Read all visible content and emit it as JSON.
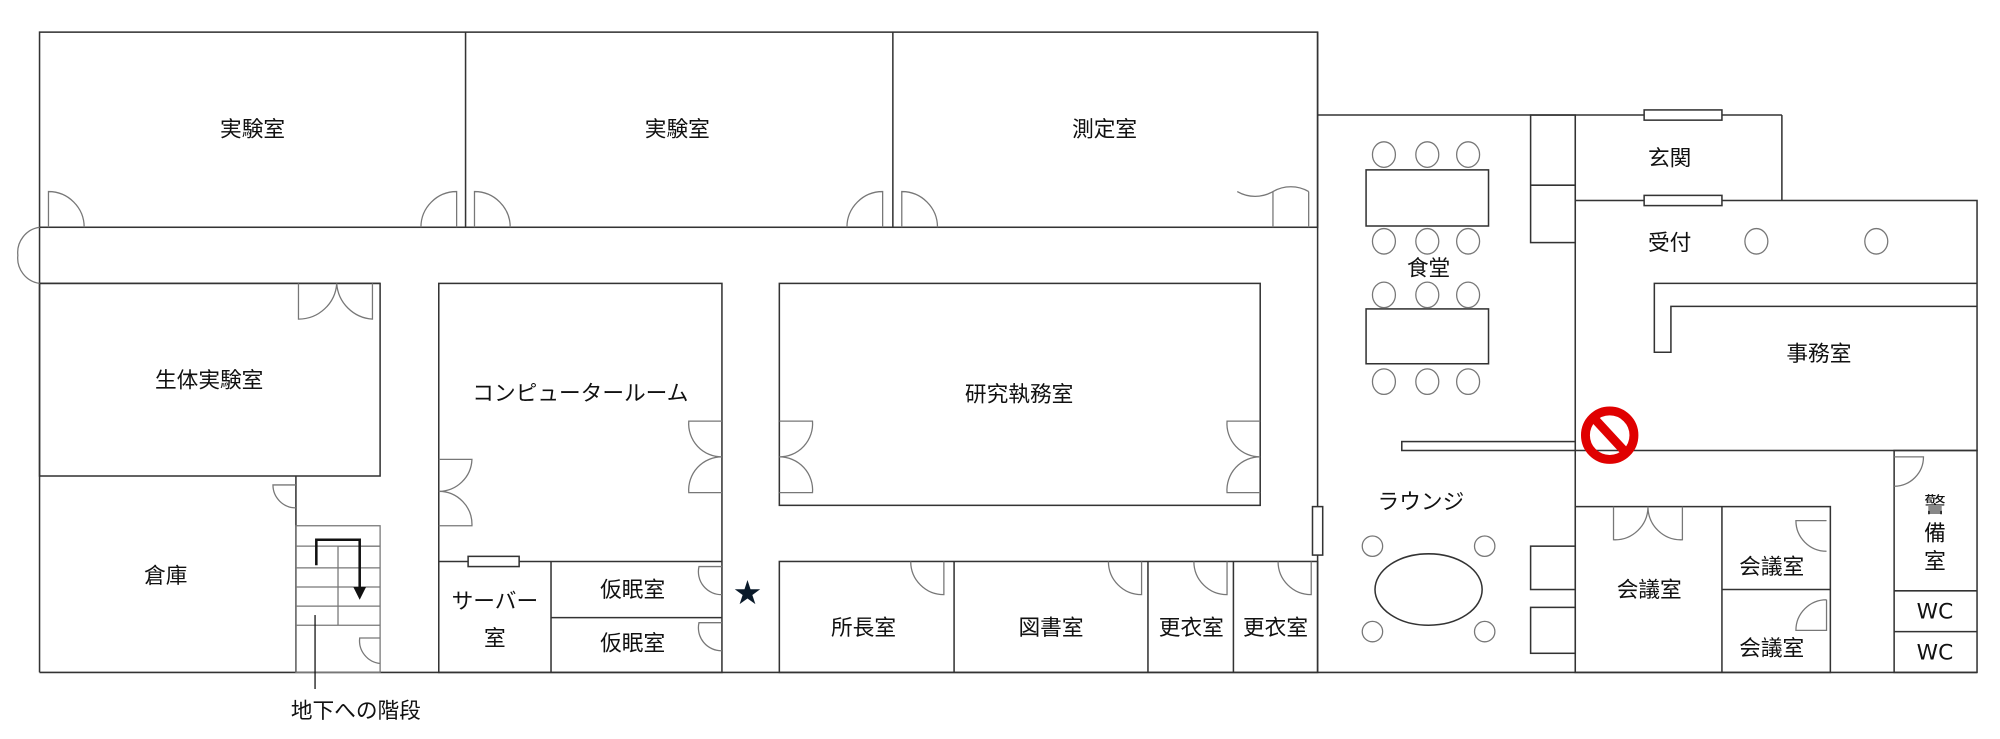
{
  "rooms": {
    "lab1": "実験室",
    "lab2": "実験室",
    "measurement": "測定室",
    "bio_lab": "生体実験室",
    "storage": "倉庫",
    "computer_room": "コンピュータールーム",
    "server_room_1": "サーバー",
    "server_room_2": "室",
    "nap_room_1": "仮眠室",
    "nap_room_2": "仮眠室",
    "research_office": "研究執務室",
    "director_room": "所長室",
    "library": "図書室",
    "locker_room_1": "更衣室",
    "locker_room_2": "更衣室",
    "cafeteria": "食堂",
    "lounge": "ラウンジ",
    "entrance": "玄関",
    "reception": "受付",
    "office": "事務室",
    "meeting_room_large": "会議室",
    "meeting_room_small_1": "会議室",
    "meeting_room_small_2": "会議室",
    "security_1": "警",
    "security_2": "備",
    "security_3": "室",
    "wc_1": "WC",
    "wc_2": "WC"
  },
  "annotations": {
    "stairs_label": "地下への階段",
    "current_location": "★"
  },
  "colors": {
    "no_entry": "#e00000"
  },
  "icons": [
    "star-icon",
    "no-entry-icon",
    "stairs-arrow-icon"
  ]
}
